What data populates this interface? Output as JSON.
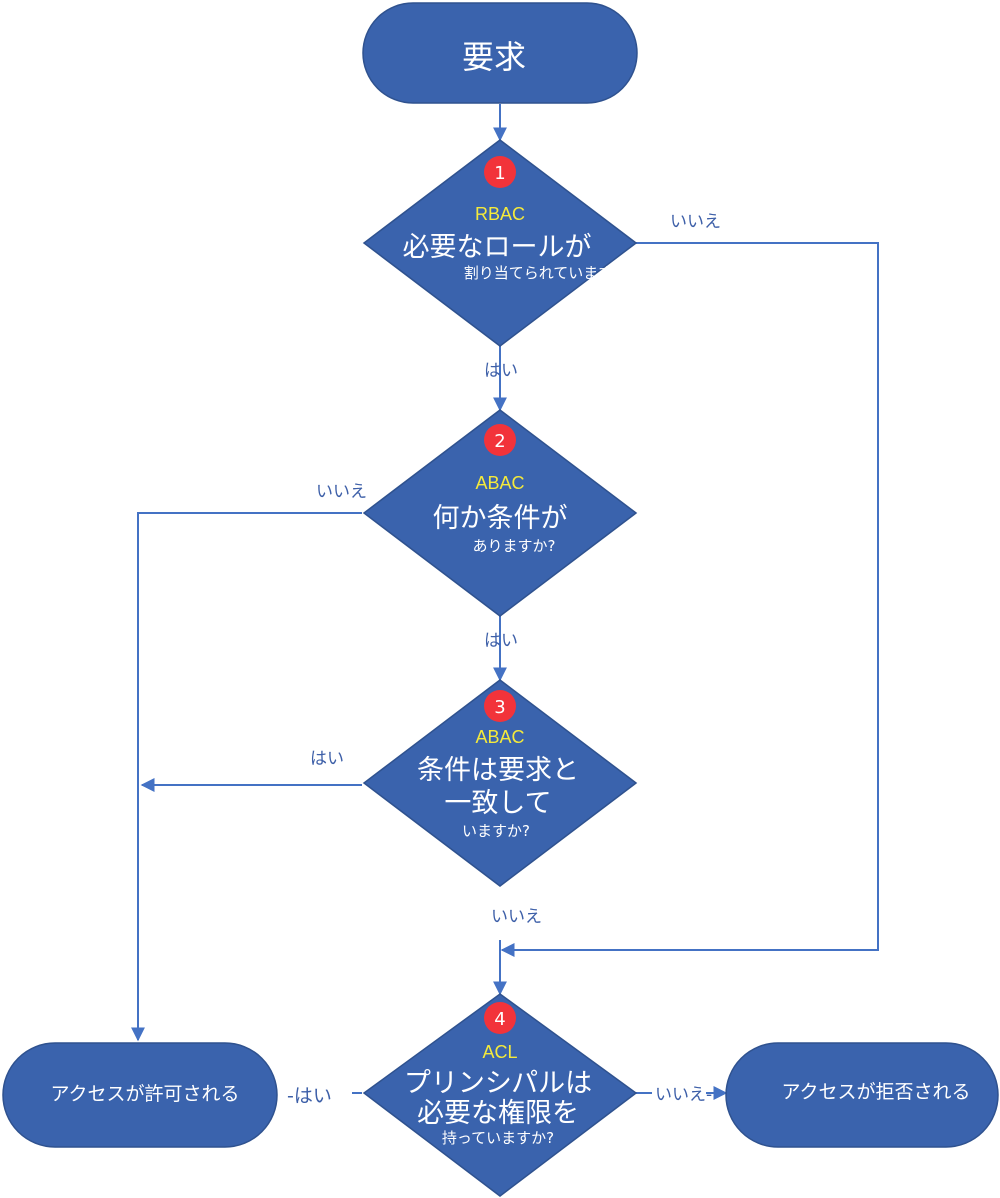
{
  "nodes": {
    "start": {
      "label": "要求"
    },
    "d1": {
      "badge": "1",
      "tag": "RBAC",
      "line1": "必要なロールが",
      "line2": "割り当てられていますか?"
    },
    "d2": {
      "badge": "2",
      "tag": "ABAC",
      "line1": "何か条件が",
      "line2": "ありますか?"
    },
    "d3": {
      "badge": "3",
      "tag": "ABAC",
      "line1": "条件は要求と",
      "line2": "一致して",
      "line3": "いますか?"
    },
    "d4": {
      "badge": "4",
      "tag": "ACL",
      "line1": "プリンシパルは",
      "line2": "必要な権限を",
      "line3": "持っていますか?"
    },
    "allow": {
      "label": "アクセスが許可される"
    },
    "deny": {
      "label": "アクセスが拒否される"
    }
  },
  "edges": {
    "d1_no": "いいえ",
    "d1_yes": "はい",
    "d2_no": "いいえ",
    "d2_yes": "はい",
    "d3_yes": "はい",
    "d3_no": "いいえ",
    "d4_yes": "-はい",
    "d4_no": "いいえ-"
  },
  "colors": {
    "node_fill": "#3a63ad",
    "line": "#4472c4",
    "badge": "#f2333a",
    "tag": "#f5ea3b",
    "edge_label": "#3d5fa8"
  }
}
